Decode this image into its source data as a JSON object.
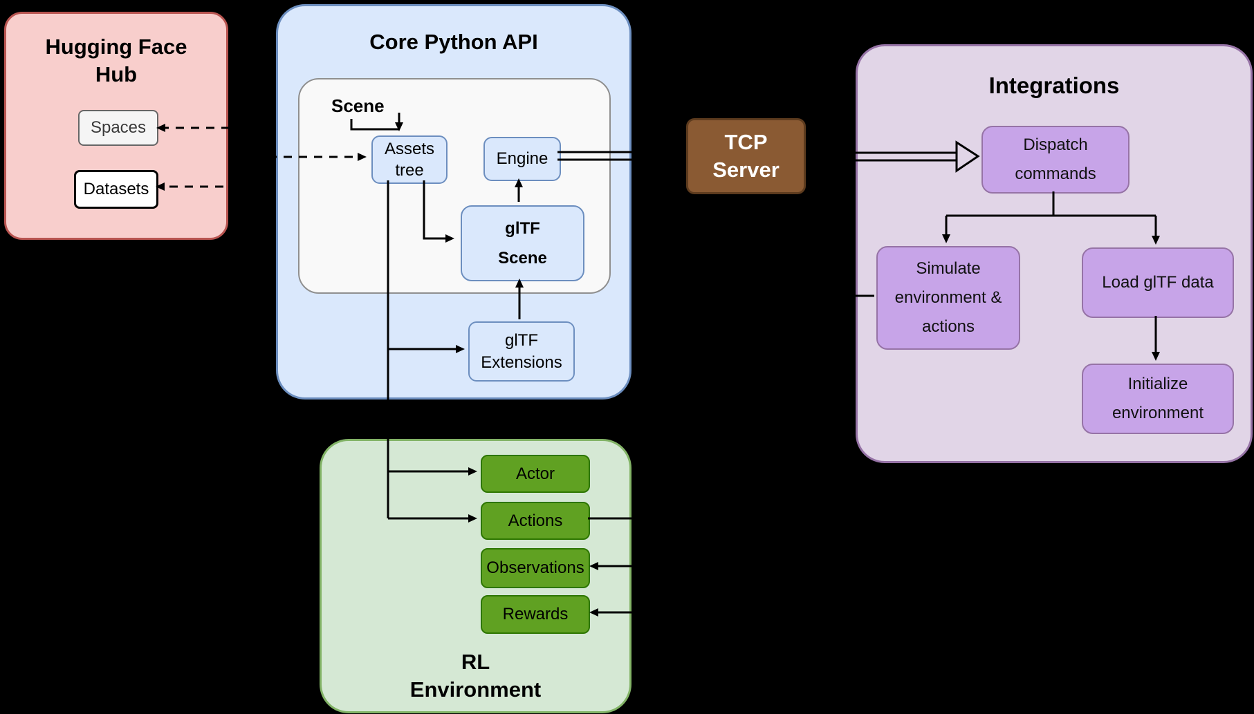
{
  "colors": {
    "background": "#000000",
    "hf_fill": "#f8cecc",
    "hf_border": "#b85450",
    "spaces_fill": "#f5f5f5",
    "spaces_border": "#666666",
    "datasets_fill": "#ffffff",
    "datasets_border": "#000000",
    "blue_fill": "#dae8fc",
    "blue_border": "#6c8ebf",
    "scene_group_fill": "#f9f9f9",
    "scene_group_border": "#8f8f8f",
    "tcp_fill": "#8a5a33",
    "tcp_border": "#5d3b1e",
    "tcp_text": "#ffffff",
    "purple_container_fill": "#e1d5e7",
    "purple_border": "#9673a6",
    "purple_node_fill": "#c7a4e8",
    "green_container_fill": "#d5e8d4",
    "green_container_border": "#82b366",
    "green_node_fill": "#60a122",
    "green_node_border": "#2d7600",
    "edge": "#000000"
  },
  "hf_hub": {
    "title": "Hugging Face\nHub",
    "spaces_label": "Spaces",
    "datasets_label": "Datasets"
  },
  "core_api": {
    "title": "Core Python API",
    "scene_label": "Scene",
    "assets_tree_label": "Assets\ntree",
    "engine_label": "Engine",
    "gltf_scene_label": "glTF\nScene",
    "gltf_extensions_label": "glTF\nExtensions"
  },
  "tcp_server": {
    "label": "TCP\nServer"
  },
  "integrations": {
    "title": "Integrations",
    "dispatch_label": "Dispatch\ncommands",
    "simulate_label": "Simulate\nenvironment &\nactions",
    "load_label": "Load glTF data",
    "init_label": "Initialize\nenvironment"
  },
  "rl_env": {
    "title": "RL\nEnvironment",
    "actor_label": "Actor",
    "actions_label": "Actions",
    "observations_label": "Observations",
    "rewards_label": "Rewards"
  },
  "connections": [
    {
      "from": "assets-tree",
      "to": "spaces",
      "style": "dashed-arrow"
    },
    {
      "from": "assets-tree",
      "to": "datasets",
      "style": "dashed-arrow"
    },
    {
      "from": "hub",
      "to": "assets-tree",
      "style": "dashed-arrow"
    },
    {
      "from": "scene-label",
      "to": "assets-tree",
      "style": "solid-arrow"
    },
    {
      "from": "assets-tree",
      "to": "gltf-scene",
      "style": "solid-arrow"
    },
    {
      "from": "gltf-scene",
      "to": "engine",
      "style": "solid-arrow"
    },
    {
      "from": "gltf-extensions",
      "to": "gltf-scene",
      "style": "solid-arrow"
    },
    {
      "from": "assets-tree",
      "to": "gltf-extensions",
      "style": "solid-arrow"
    },
    {
      "from": "assets-tree",
      "to": "actor",
      "style": "solid-arrow"
    },
    {
      "from": "assets-tree",
      "to": "actions",
      "style": "solid-arrow"
    },
    {
      "from": "engine",
      "to": "tcp-server",
      "style": "double-line"
    },
    {
      "from": "tcp-server",
      "to": "dispatch-commands",
      "style": "double-line-open-arrow"
    },
    {
      "from": "dispatch-commands",
      "to": "simulate-environment",
      "style": "solid-arrow"
    },
    {
      "from": "dispatch-commands",
      "to": "load-gltf-data",
      "style": "solid-arrow"
    },
    {
      "from": "load-gltf-data",
      "to": "initialize-environment",
      "style": "solid-arrow"
    },
    {
      "from": "right-of-canvas",
      "to": "observations",
      "style": "solid-arrow"
    },
    {
      "from": "right-of-canvas",
      "to": "rewards",
      "style": "solid-arrow"
    },
    {
      "from": "actions",
      "to": "right-of-canvas",
      "style": "line"
    },
    {
      "from": "left-of-integrations",
      "to": "simulate-environment",
      "style": "line"
    }
  ]
}
